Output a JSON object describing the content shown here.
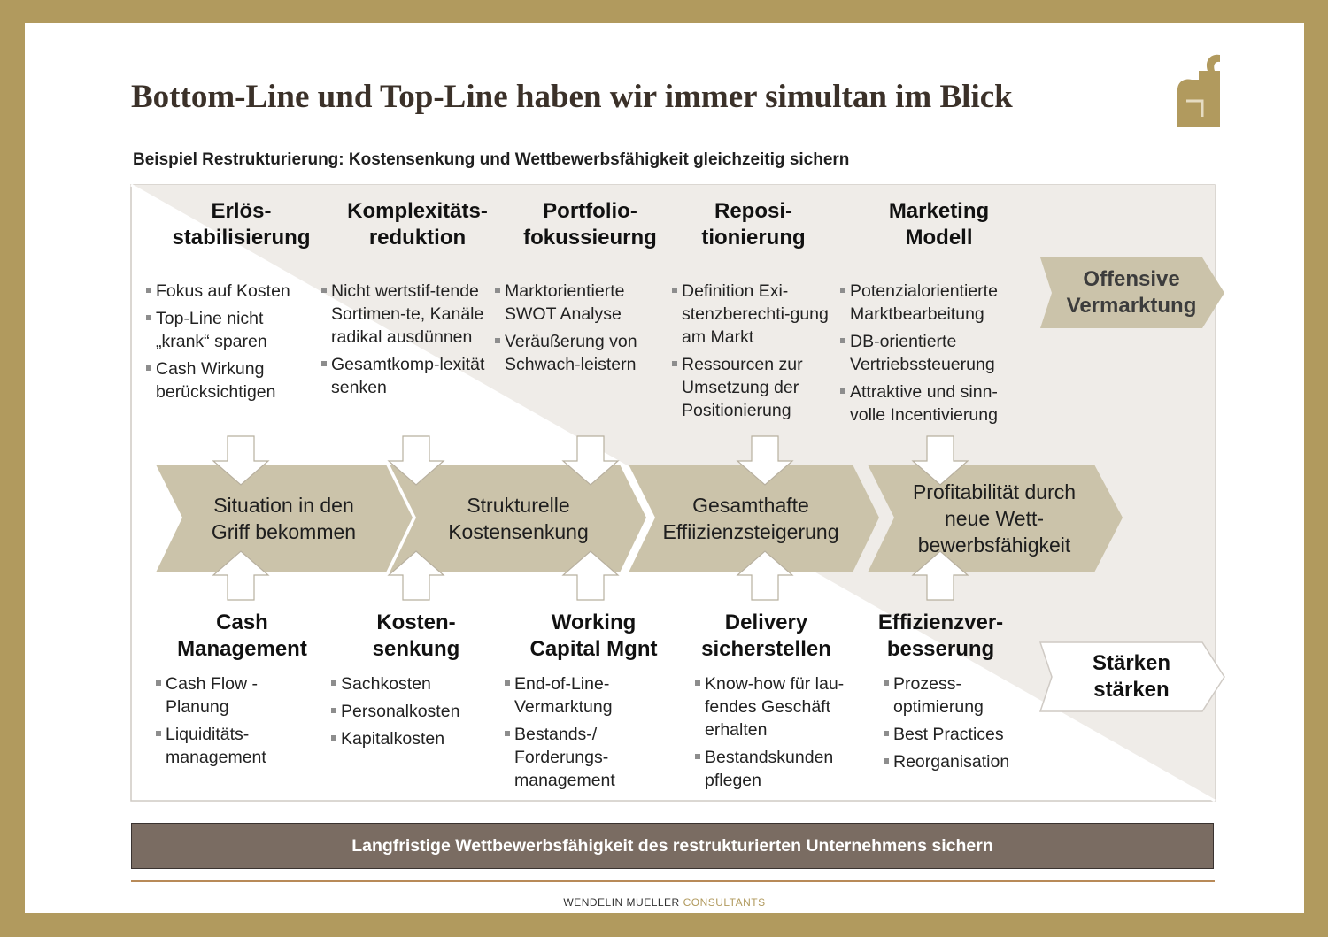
{
  "title": "Bottom-Line und Top-Line haben wir immer simultan im Blick",
  "subtitle": "Beispiel Restrukturierung: Kostensenkung und Wettbewerbsfähigkeit gleichzeitig sichern",
  "top_levers": [
    {
      "head": "Erlös-\nstabilisierung",
      "bullets": [
        "Fokus auf Kosten",
        "Top-Line nicht „krank“ sparen",
        "Cash Wirkung berücksichtigen"
      ]
    },
    {
      "head": "Komplexitäts-\nreduktion",
      "bullets": [
        "Nicht wertstif-tende Sortimen-te, Kanäle radikal ausdünnen",
        "Gesamtkomp-lexität senken"
      ]
    },
    {
      "head": "Portfolio-\nfokussieurng",
      "bullets": [
        "Marktorientierte SWOT Analyse",
        "Veräußerung von Schwach-leistern"
      ]
    },
    {
      "head": "Reposi-\ntionierung",
      "bullets": [
        "Definition Exi-stenzberechti-gung am Markt",
        "Ressourcen zur Umsetzung der Positionierung"
      ]
    },
    {
      "head": "Marketing\nModell",
      "bullets": [
        "Potenzialorientierte Marktbearbeitung",
        "DB-orientierte Vertriebssteuerung",
        "Attraktive und sinn-volle Incentivierung"
      ]
    }
  ],
  "phases": [
    "Situation in den Griff bekommen",
    "Strukturelle Kostensenkung",
    "Gesamthafte Effiizienzsteigerung",
    "Profitabilität durch neue Wett-bewerbsfähigkeit"
  ],
  "bottom_levers": [
    {
      "head": "Cash\nManagement",
      "bullets": [
        "Cash Flow - Planung",
        "Liquiditäts-management"
      ]
    },
    {
      "head": "Kosten-\nsenkung",
      "bullets": [
        "Sachkosten",
        "Personalkosten",
        "Kapitalkosten"
      ]
    },
    {
      "head": "Working\nCapital Mgnt",
      "bullets": [
        "End-of-Line-Vermarktung",
        "Bestands-/ Forderungs-management"
      ]
    },
    {
      "head": "Delivery\nsicherstellen",
      "bullets": [
        "Know-how für lau-fendes Geschäft erhalten",
        "Bestandskunden pflegen"
      ]
    },
    {
      "head": "Effizienzver-\nbesserung",
      "bullets": [
        "Prozess-optimierung",
        "Best Practices",
        "Reorganisation"
      ]
    }
  ],
  "side_labels": {
    "top": "Offensive\nVermarktung",
    "bottom": "Stärken\nstärken"
  },
  "footer_bar": "Langfristige Wettbewerbsfähigkeit des restrukturierten Unternehmens sichern",
  "brand": {
    "part1": "WENDELIN MUELLER ",
    "part2": "CONSULTANTS"
  },
  "colors": {
    "gold": "#b19a5e",
    "chevron": "#cbc3aa",
    "panel": "#efece8",
    "bar": "#7a6c62"
  }
}
